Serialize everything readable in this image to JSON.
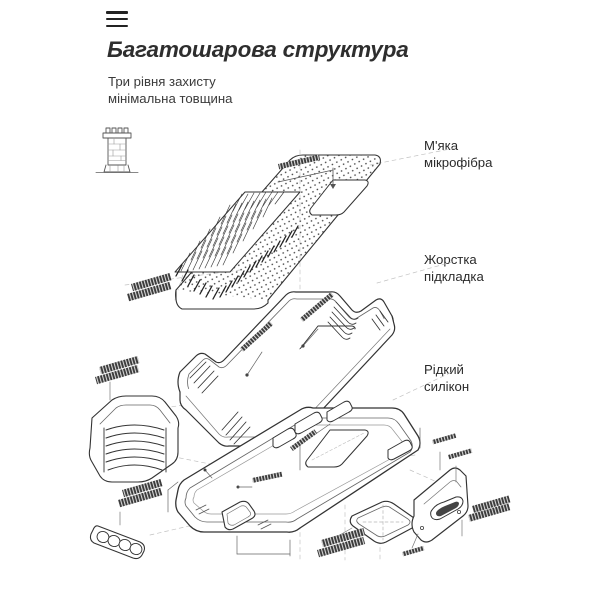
{
  "header": {
    "menu_icon": "hamburger-menu-icon",
    "title": "Багатошарова структура",
    "subtitle": "Три рівня захисту\nмінімальна товщина"
  },
  "callouts": [
    {
      "id": "soft-microfiber",
      "text": "М'яка\nмікрофібра"
    },
    {
      "id": "rigid-backing",
      "text": "Жорстка\nпідкладка"
    },
    {
      "id": "liquid-silicone",
      "text": "Рідкий\nсилікон"
    }
  ],
  "diagram": {
    "type": "exploded-isometric-technical-drawing",
    "subject": "three-layer phone case construction",
    "icon": "fortress-tower-icon",
    "layers": [
      {
        "name": "microfiber-lining-layer",
        "texture": "bristle-pile-dotted"
      },
      {
        "name": "rigid-backing-tray-layer",
        "texture": "smooth-outline"
      },
      {
        "name": "liquid-silicone-shell-layer",
        "texture": "smooth-outline"
      }
    ],
    "detail_parts": [
      "corner-bumper-detail",
      "speaker-grille-detail",
      "camera-cutout-detail",
      "button-bracket-detail"
    ],
    "colors": {
      "line": "#333333",
      "light_line": "#8a8a8a",
      "dash_line": "#b9b9b9",
      "fill": "#ffffff",
      "label_block": "#3a3a3a"
    }
  }
}
